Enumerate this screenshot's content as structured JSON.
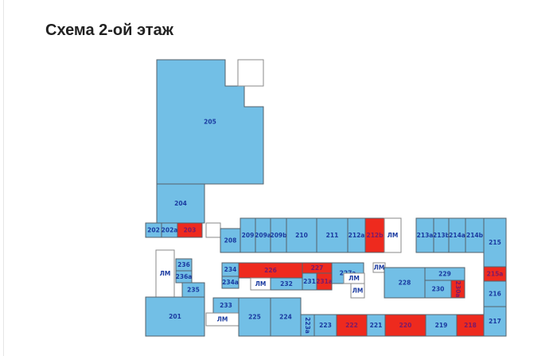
{
  "title": "Схема 2-ой этаж",
  "colors": {
    "free": "#72bfe6",
    "occupied": "#ee2a1e",
    "service": "#ffffff",
    "stroke": "#55626b",
    "label": "#1a3aa0",
    "label_occupied": "#7a1a6a"
  },
  "rooms": [
    {
      "label": "205",
      "status": "free"
    },
    {
      "label": "",
      "status": "service"
    },
    {
      "label": "204",
      "status": "free"
    },
    {
      "label": "202",
      "status": "free"
    },
    {
      "label": "202a",
      "status": "free"
    },
    {
      "label": "203",
      "status": "occupied"
    },
    {
      "label": "",
      "status": "service"
    },
    {
      "label": "208",
      "status": "free"
    },
    {
      "label": "209",
      "status": "free"
    },
    {
      "label": "209a",
      "status": "free"
    },
    {
      "label": "209b",
      "status": "free"
    },
    {
      "label": "210",
      "status": "free"
    },
    {
      "label": "211",
      "status": "free"
    },
    {
      "label": "212a",
      "status": "free"
    },
    {
      "label": "212b",
      "status": "occupied"
    },
    {
      "label": "ЛМ",
      "status": "service"
    },
    {
      "label": "213a",
      "status": "free"
    },
    {
      "label": "213b",
      "status": "free"
    },
    {
      "label": "214a",
      "status": "free"
    },
    {
      "label": "214b",
      "status": "free"
    },
    {
      "label": "215",
      "status": "free"
    },
    {
      "label": "215a",
      "status": "occupied"
    },
    {
      "label": "216",
      "status": "free"
    },
    {
      "label": "217",
      "status": "free"
    },
    {
      "label": "ЛМ",
      "status": "service"
    },
    {
      "label": "236",
      "status": "free"
    },
    {
      "label": "236a",
      "status": "free"
    },
    {
      "label": "235",
      "status": "free"
    },
    {
      "label": "201",
      "status": "free"
    },
    {
      "label": "234",
      "status": "free"
    },
    {
      "label": "234a",
      "status": "free"
    },
    {
      "label": "226",
      "status": "occupied"
    },
    {
      "label": "ЛМ",
      "status": "service"
    },
    {
      "label": "232",
      "status": "free"
    },
    {
      "label": "227",
      "status": "occupied"
    },
    {
      "label": "231",
      "status": "free"
    },
    {
      "label": "231a",
      "status": "occupied"
    },
    {
      "label": "227a",
      "status": "free"
    },
    {
      "label": "ЛМ",
      "status": "service"
    },
    {
      "label": "ЛМ",
      "status": "service"
    },
    {
      "label": "ЛМ",
      "status": "service"
    },
    {
      "label": "228",
      "status": "free"
    },
    {
      "label": "229",
      "status": "free"
    },
    {
      "label": "230",
      "status": "free"
    },
    {
      "label": "230a",
      "status": "occupied"
    },
    {
      "label": "233",
      "status": "free"
    },
    {
      "label": "ЛМ",
      "status": "service"
    },
    {
      "label": "225",
      "status": "free"
    },
    {
      "label": "224",
      "status": "free"
    },
    {
      "label": "223a",
      "status": "free"
    },
    {
      "label": "223",
      "status": "free"
    },
    {
      "label": "222",
      "status": "occupied"
    },
    {
      "label": "221",
      "status": "free"
    },
    {
      "label": "220",
      "status": "occupied"
    },
    {
      "label": "219",
      "status": "free"
    },
    {
      "label": "218",
      "status": "occupied"
    }
  ]
}
